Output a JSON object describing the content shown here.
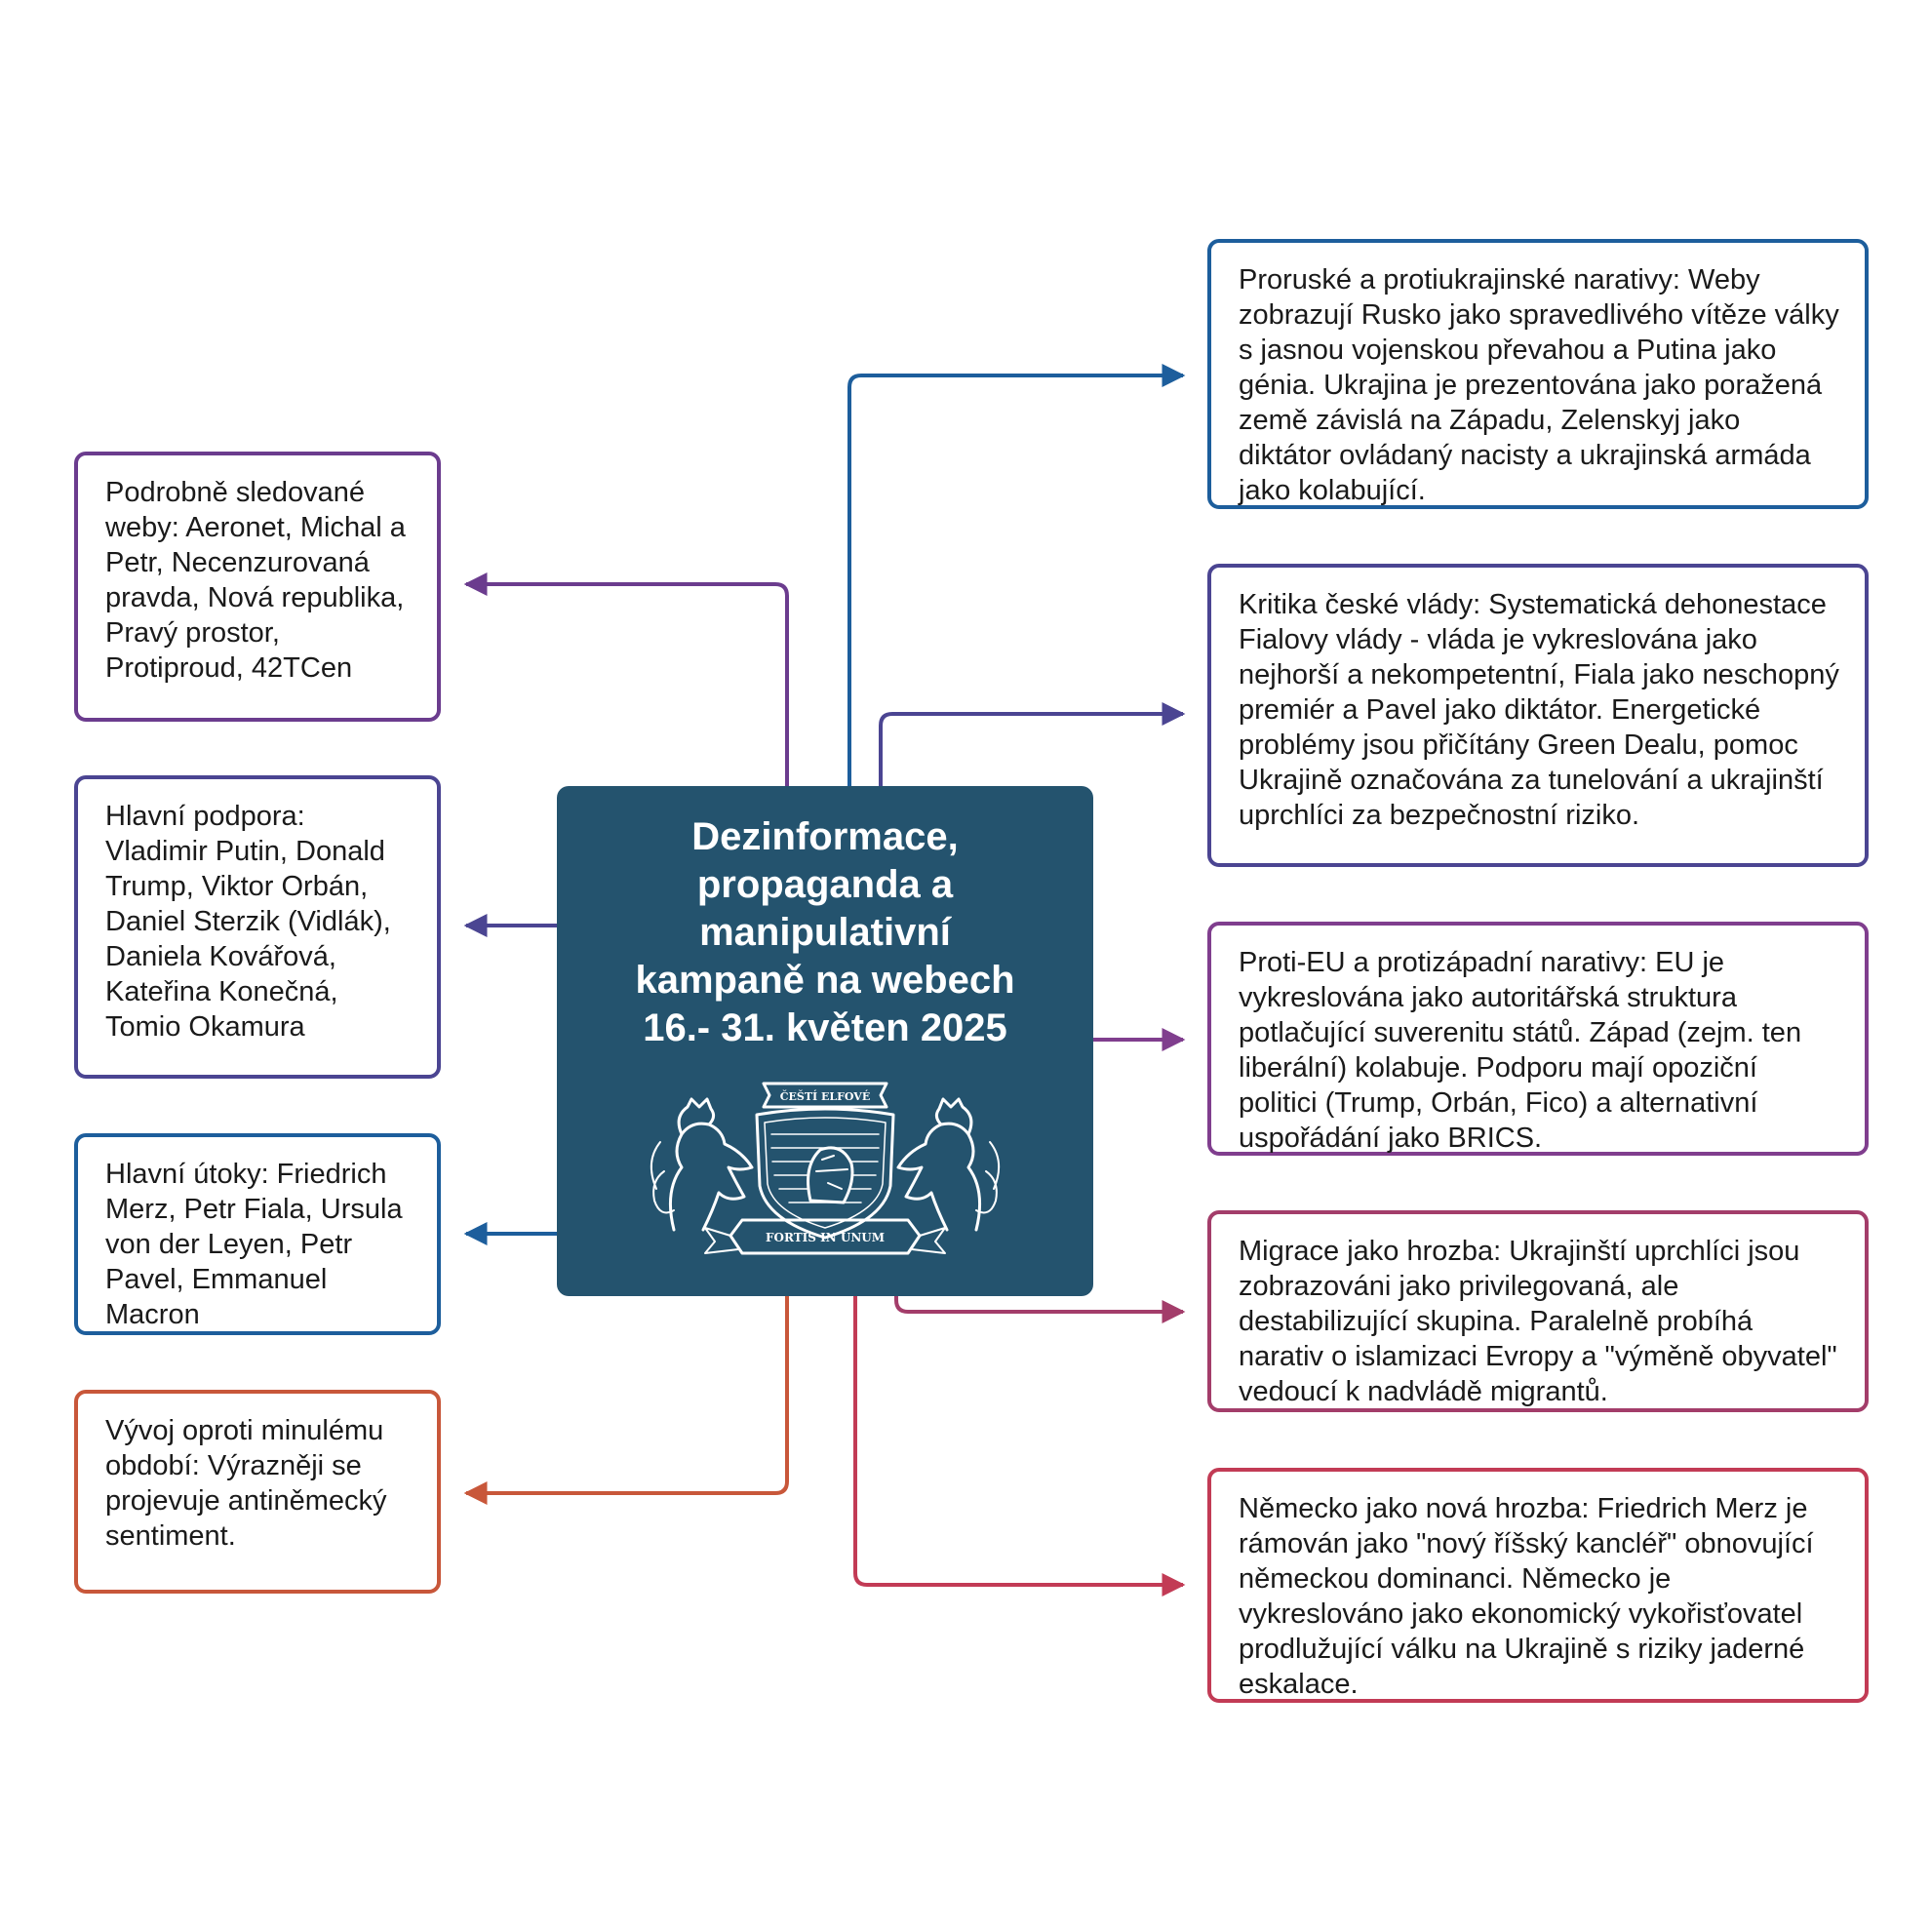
{
  "center": {
    "title_lines": [
      "Dezinformace,",
      "propaganda a",
      "manipulativní",
      "kampaně na webech",
      "16.- 31. květen 2025"
    ],
    "emblem_top": "ČEŠTÍ ELFOVÉ",
    "emblem_bottom": "FORTIS IN UNUM"
  },
  "colors": {
    "center_bg": "#24536e",
    "purple": "#6b3c8e",
    "indigo": "#4b4592",
    "blue": "#1d5e9c",
    "orange": "#c8573a",
    "plum": "#803e8e",
    "crimson": "#a33d6a",
    "red": "#c23b55"
  },
  "left_boxes": [
    {
      "text": "Podrobně sledované weby: Aeronet, Michal a Petr, Necenzurovaná pravda, Nová republika, Pravý prostor, Protiproud, 42TCen",
      "color": "#6b3c8e"
    },
    {
      "text": "Hlavní podpora: Vladimir Putin, Donald Trump, Viktor Orbán, Daniel Sterzik (Vidlák), Daniela Kovářová, Kateřina Konečná, Tomio Okamura",
      "color": "#4b4592"
    },
    {
      "text": "Hlavní útoky: Friedrich Merz, Petr Fiala, Ursula von der Leyen, Petr Pavel, Emmanuel Macron",
      "color": "#1d5e9c"
    },
    {
      "text": "Vývoj oproti minulému období: Výrazněji se projevuje antiněmecký sentiment.",
      "color": "#c8573a"
    }
  ],
  "right_boxes": [
    {
      "text": "Proruské a protiukrajinské narativy: Weby zobrazují Rusko jako spravedlivého vítěze války s jasnou vojenskou převahou a Putina jako génia. Ukrajina je prezentována jako poražená země závislá na Západu, Zelenskyj jako diktátor ovládaný nacisty a ukrajinská armáda jako kolabující.",
      "color": "#1d5e9c"
    },
    {
      "text": "Kritika české vlády: Systematická dehonestace Fialovy vlády - vláda je vykreslována jako nejhorší a nekompetentní, Fiala jako neschopný premiér a Pavel jako diktátor. Energetické problémy jsou přičítány Green Dealu, pomoc Ukrajině označována za tunelování a ukrajinští uprchlíci za bezpečnostní riziko.",
      "color": "#4b4592"
    },
    {
      "text": "Proti-EU a protizápadní narativy: EU je vykreslována jako autoritářská struktura potlačující suverenitu států. Západ (zejm. ten liberální) kolabuje. Podporu mají opoziční politici (Trump, Orbán, Fico) a alternativní uspořádání jako BRICS.",
      "color": "#803e8e"
    },
    {
      "text": "Migrace jako hrozba:  Ukrajinští uprchlíci jsou zobrazováni jako privilegovaná, ale destabilizující skupina. Paralelně probíhá narativ o islamizaci Evropy a \"výměně obyvatel\" vedoucí k nadvládě migrantů.",
      "color": "#a33d6a"
    },
    {
      "text": "Německo jako nová hrozba: Friedrich Merz je rámován jako \"nový říšský kancléř\" obnovující německou dominanci. Německo je vykreslováno jako ekonomický vykořisťovatel prodlužující válku na Ukrajině s riziky jaderné eskalace.",
      "color": "#c23b55"
    }
  ]
}
